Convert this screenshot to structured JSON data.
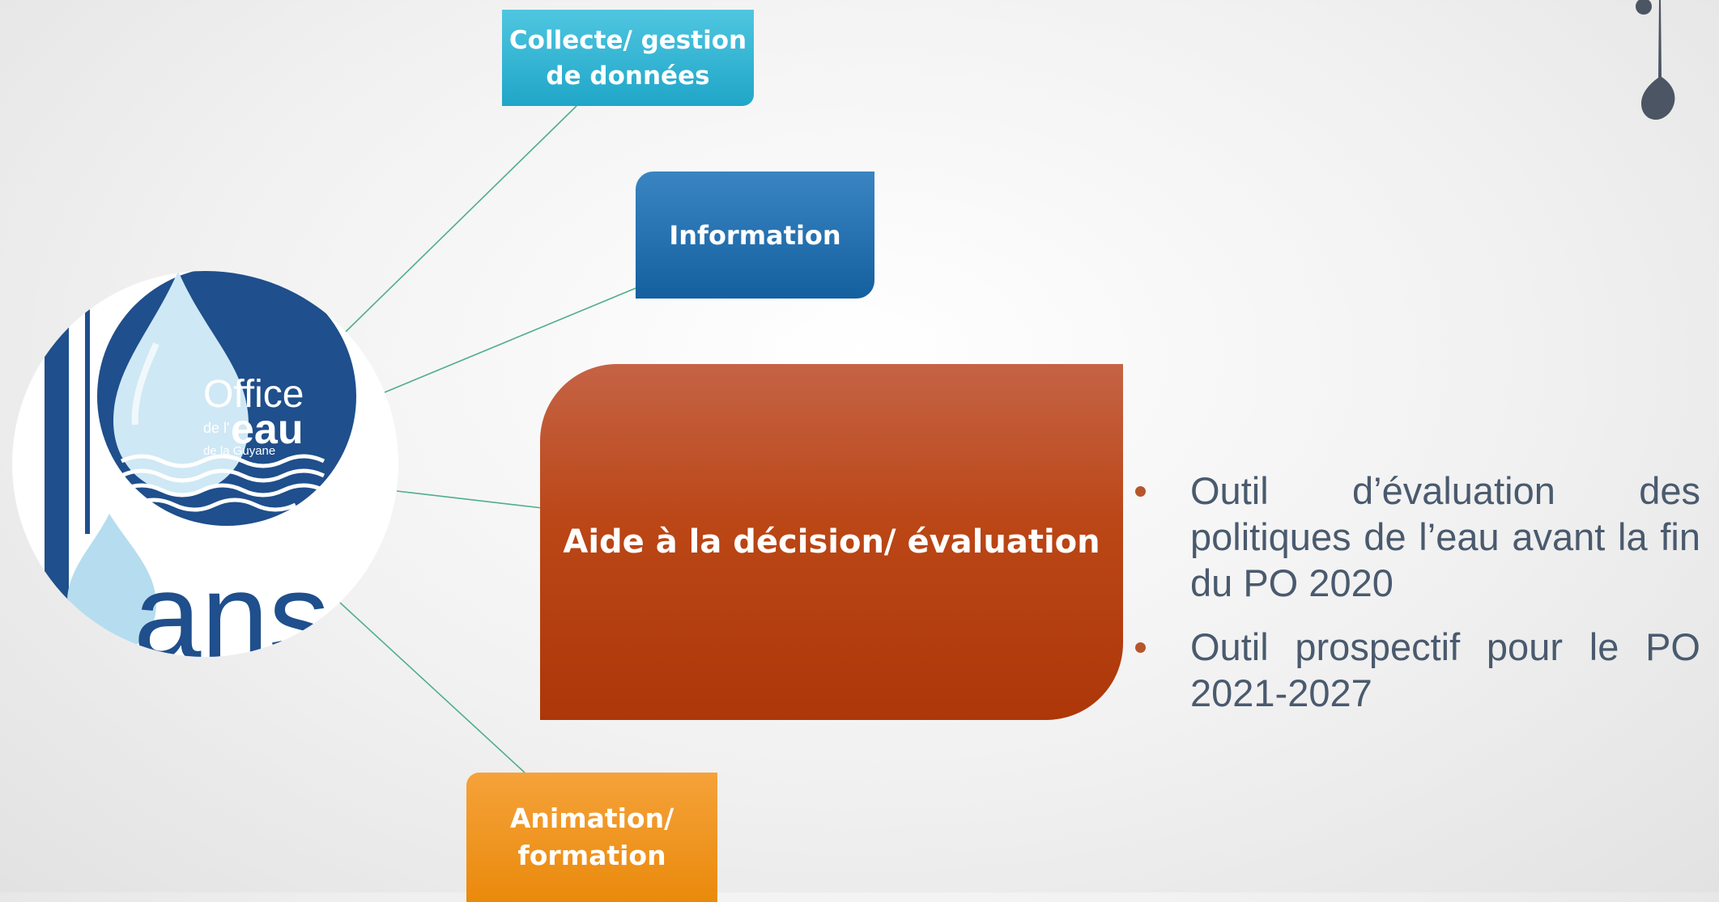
{
  "logo": {
    "office": "Office",
    "de_l": "de l'",
    "eau": "eau",
    "region": "de la Guyane",
    "tagline_fragment": "ans"
  },
  "nodes": {
    "collecte": "Collecte/ gestion de données",
    "information": "Information",
    "aide": "Aide à la décision/ évaluation",
    "animation": "Animation/ formation"
  },
  "bullets": [
    "Outil d’évaluation des politiques de l’eau avant la fin du PO 2020",
    "Outil prospectif pour le PO 2021-2027"
  ],
  "colors": {
    "collecte": "#2bb0d1",
    "information": "#1f6fae",
    "aide": "#b8420f",
    "animation": "#ef9218",
    "connector": "#4fae8a",
    "bullet_text": "#4a5a6e",
    "bullet_marker": "#b8562b",
    "logo_blue": "#1f4f8c",
    "drop_icon": "#4b5563"
  },
  "icons": [
    "water-drop-icon",
    "logo-drop-icon",
    "wave-icon"
  ]
}
